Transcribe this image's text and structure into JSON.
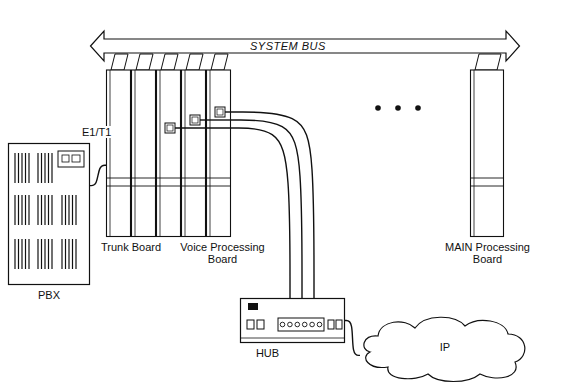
{
  "diagram": {
    "nodes": [
      {
        "text": [
          "SYSTEM BUS"
        ]
      },
      {
        "text": [
          "Trunk Board"
        ]
      },
      {
        "text": [
          "Voice Processing Board"
        ]
      },
      {
        "text": [
          "MAIN Processing Board"
        ]
      },
      {
        "text": [
          "PBX"
        ]
      },
      {
        "text": [
          "HUB"
        ]
      },
      {
        "text": [
          "IP"
        ]
      }
    ],
    "edges": [
      {
        "from": 4,
        "to": 1,
        "arrow": "none",
        "label": "E1/T1"
      },
      {
        "from": 2,
        "to": 5,
        "arrow": "none"
      },
      {
        "from": 2,
        "to": 5,
        "arrow": "none"
      },
      {
        "from": 2,
        "to": 5,
        "arrow": "none"
      },
      {
        "from": 5,
        "to": 6,
        "arrow": "none"
      }
    ]
  }
}
